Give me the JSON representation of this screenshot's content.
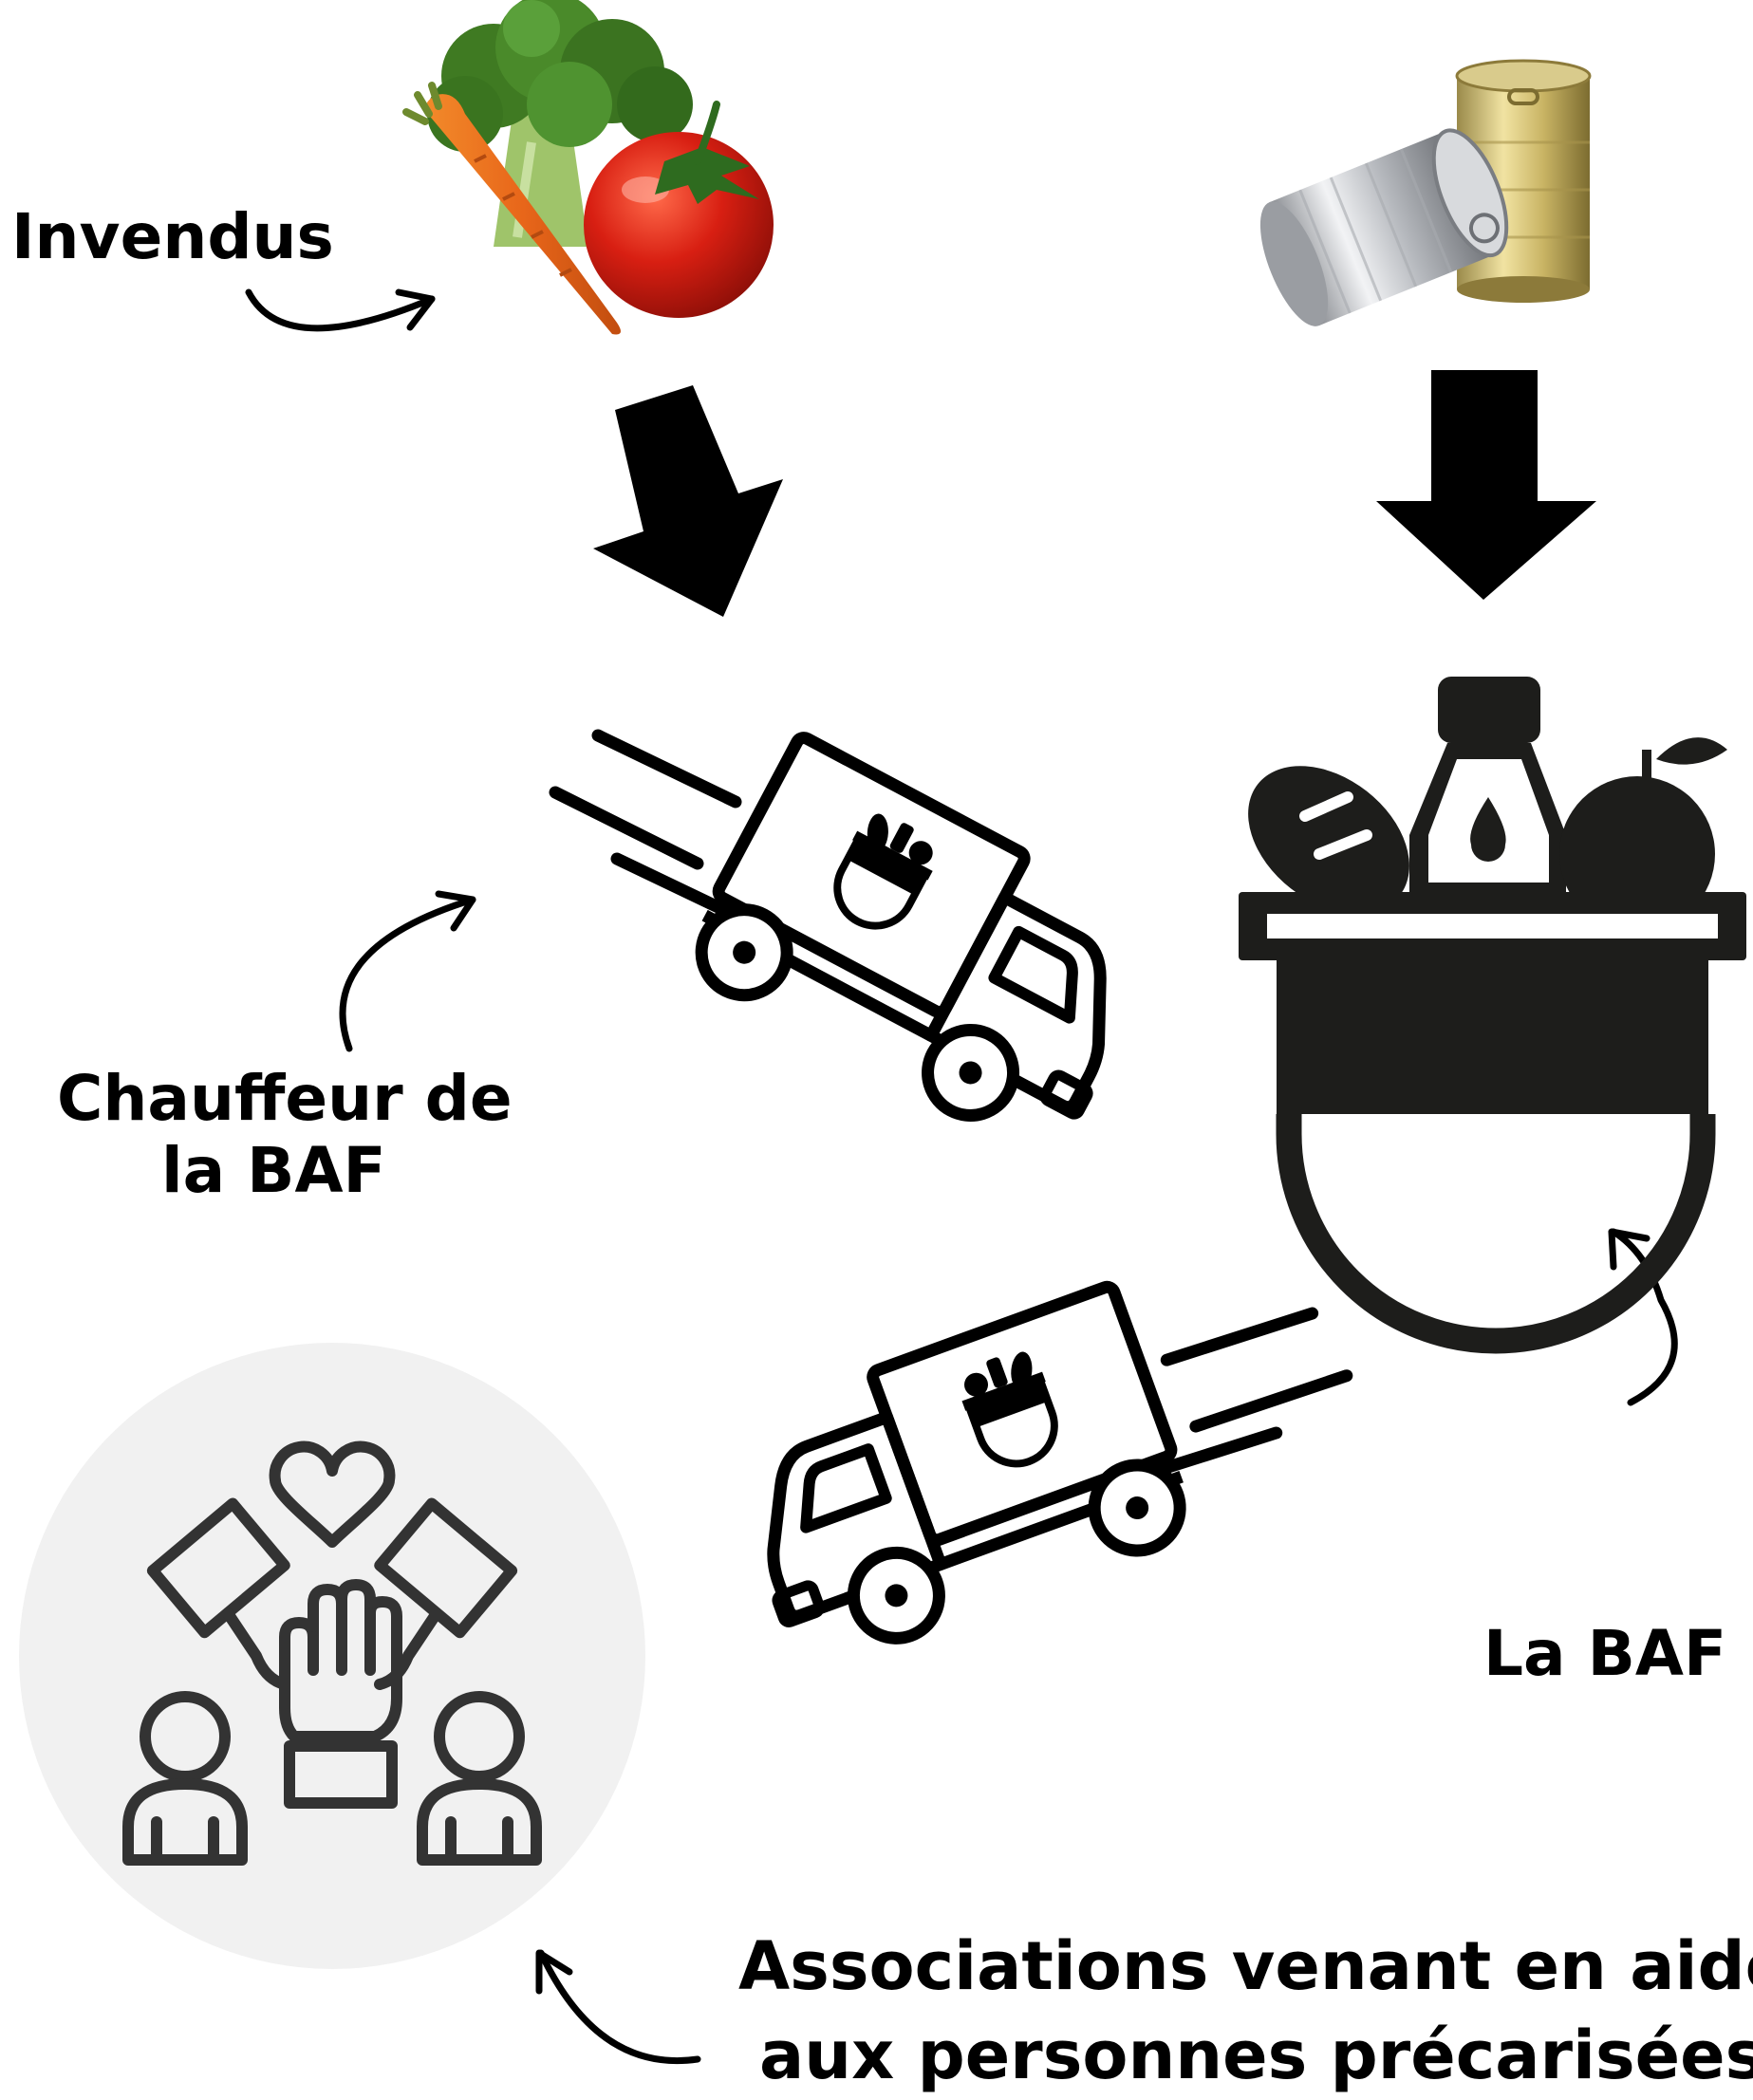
{
  "labels": {
    "invendus": "Invendus",
    "chauffeur_line1": "Chauffeur de",
    "chauffeur_line2": "la BAF",
    "la_baf": "La BAF",
    "associations_line1": "Associations venant en aide",
    "associations_line2": "aux personnes précarisées"
  },
  "icons": {
    "vegetables": "vegetables-icon",
    "canned_food": "canned-food-icon",
    "truck": "delivery-truck-icon",
    "food_basket": "food-basket-icon",
    "community": "community-help-icon"
  },
  "colors": {
    "ink": "#000000",
    "circle_bg": "#f1f1f1"
  }
}
